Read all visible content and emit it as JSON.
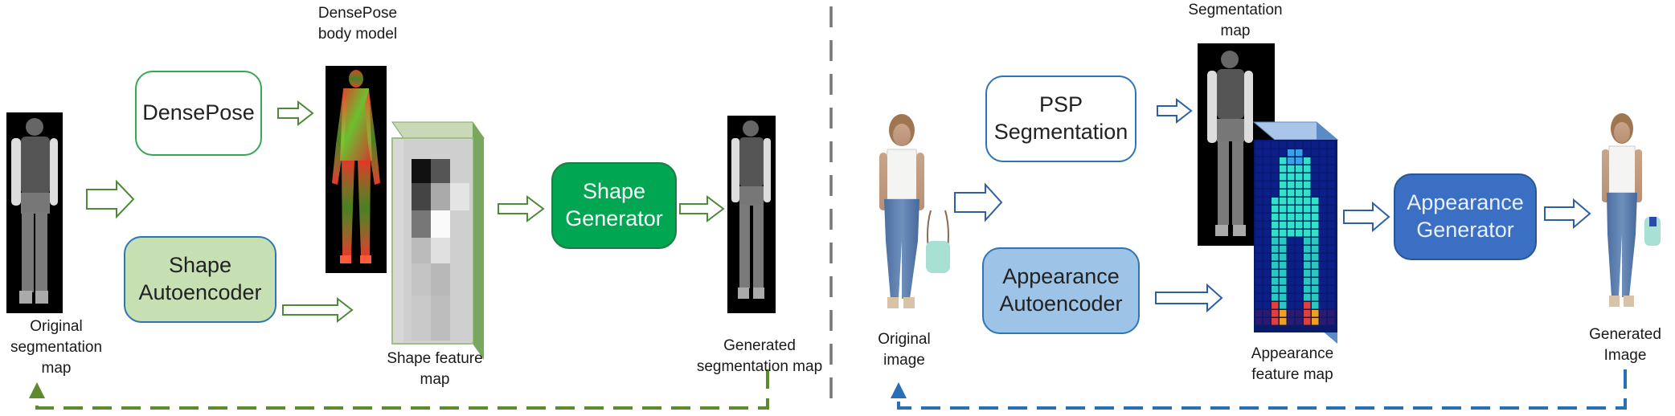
{
  "left": {
    "densepose_box": "DensePose",
    "shape_ae_box": "Shape\nAutoencoder",
    "shape_gen_box": "Shape\nGenerator",
    "densepose_model_label": "DensePose\nbody model",
    "original_seg_label": "Original\nsegmentation\nmap",
    "shape_feature_label": "Shape feature\nmap",
    "generated_seg_label": "Generated\nsegmentation map"
  },
  "right": {
    "psp_box": "PSP\nSegmentation",
    "app_ae_box": "Appearance\nAutoencoder",
    "app_gen_box": "Appearance\nGenerator",
    "seg_map_label": "Segmentation\nmap",
    "original_image_label": "Original\nimage",
    "app_feature_label": "Appearance\nfeature map",
    "generated_image_label": "Generated\nImage"
  },
  "colors": {
    "green_arrow": "#4e8a3a",
    "blue_arrow": "#2e5fa0",
    "feedback_green": "#5e8a2f",
    "feedback_blue": "#2a6eb8",
    "divider": "#777777",
    "densepose_border": "#34a853",
    "shape_ae_fill": "#c6e0b4",
    "shape_gen_fill": "#00a651",
    "psp_border": "#2e75b6",
    "app_ae_fill": "#9dc3e6",
    "app_gen_fill": "#3a6fc4"
  }
}
